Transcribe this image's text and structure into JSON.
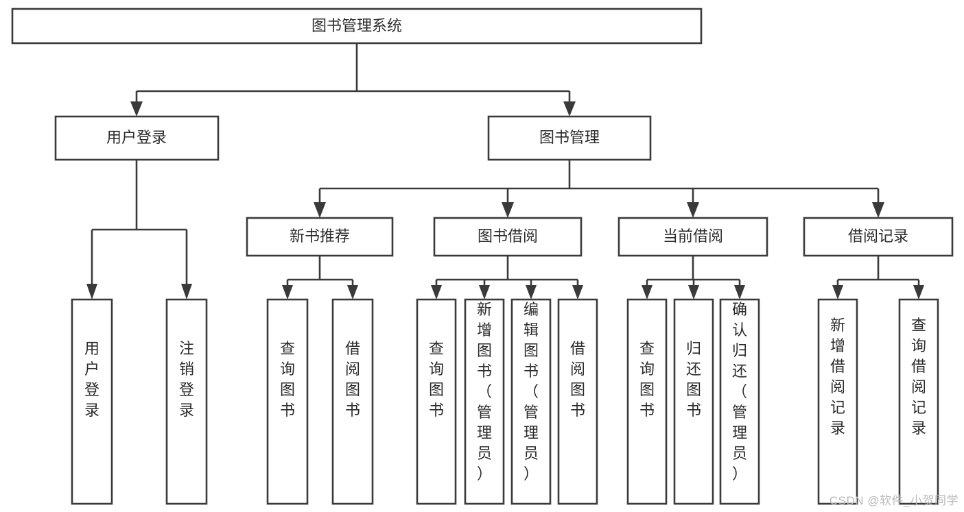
{
  "diagram": {
    "title": "图书管理系统",
    "type": "hierarchy-tree",
    "orientation": "top-down",
    "colors": {
      "box_stroke": "#3a3a3a",
      "box_fill": "#ffffff",
      "text": "#2b2b2b",
      "connector": "#3a3a3a",
      "background": "#ffffff",
      "watermark": "#b9b9b9"
    }
  },
  "root": {
    "label": "图书管理系统"
  },
  "level1": [
    {
      "label": "用户登录"
    },
    {
      "label": "图书管理"
    }
  ],
  "level2": [
    {
      "label": "新书推荐"
    },
    {
      "label": "图书借阅"
    },
    {
      "label": "当前借阅"
    },
    {
      "label": "借阅记录"
    }
  ],
  "leaves": {
    "user_login": [
      {
        "label": "用户登录"
      },
      {
        "label": "注销登录"
      }
    ],
    "new_book_recommend": [
      {
        "label": "查询图书"
      },
      {
        "label": "借阅图书"
      }
    ],
    "book_borrow": [
      {
        "label": "查询图书"
      },
      {
        "label": "新增图书（管理员）"
      },
      {
        "label": "编辑图书（管理员）"
      },
      {
        "label": "借阅图书"
      }
    ],
    "current_borrow": [
      {
        "label": "查询图书"
      },
      {
        "label": "归还图书"
      },
      {
        "label": "确认归还（管理员）"
      }
    ],
    "borrow_record": [
      {
        "label": "新增借阅记录"
      },
      {
        "label": "查询借阅记录"
      }
    ]
  },
  "watermark": {
    "text": "CSDN @软件_小贺同学"
  }
}
